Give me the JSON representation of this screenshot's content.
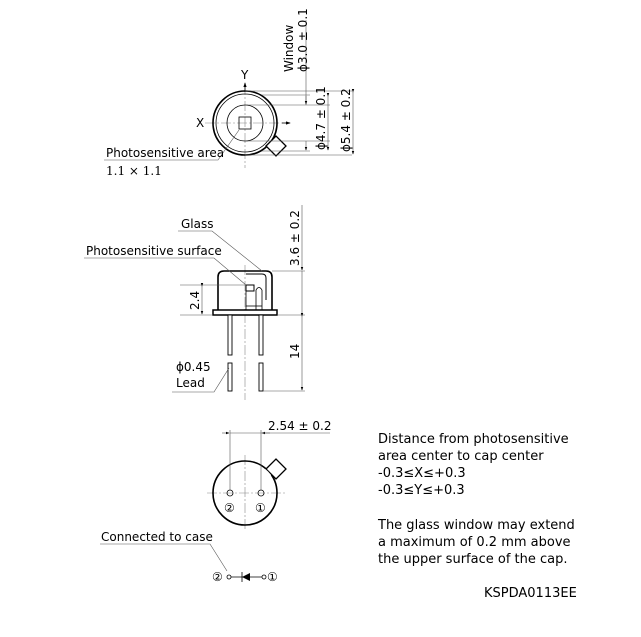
{
  "top_view": {
    "axis_y": "Y",
    "axis_x": "X",
    "window_label": "Window",
    "window_dim": "ϕ3.0 ± 0.1",
    "inner_dim": "ϕ4.7 ± 0.1",
    "outer_dim": "ϕ5.4 ± 0.2",
    "photosensitive_label": "Photosensitive area",
    "photosensitive_size": "1.1 × 1.1"
  },
  "side_view": {
    "glass_label": "Glass",
    "surface_label": "Photosensitive surface",
    "height_dim": "3.6 ± 0.2",
    "surface_height_dim": "2.4",
    "lead_length_dim": "14",
    "lead_dia": "ϕ0.45",
    "lead_label": "Lead"
  },
  "bottom_view": {
    "pitch_dim": "2.54 ± 0.2",
    "pin_2": "②",
    "pin_1": "①",
    "connected_label": "Connected to case",
    "schematic_pin_2": "②",
    "schematic_pin_1": "①"
  },
  "notes": {
    "distance_line1": "Distance from photosensitive",
    "distance_line2": "area center to cap center",
    "x_range": "-0.3≤X≤+0.3",
    "y_range": "-0.3≤Y≤+0.3",
    "glass_line1": "The glass window may extend",
    "glass_line2": "a maximum of 0.2 mm above",
    "glass_line3": "the upper surface of the cap."
  },
  "drawing_code": "KSPDA0113EE"
}
